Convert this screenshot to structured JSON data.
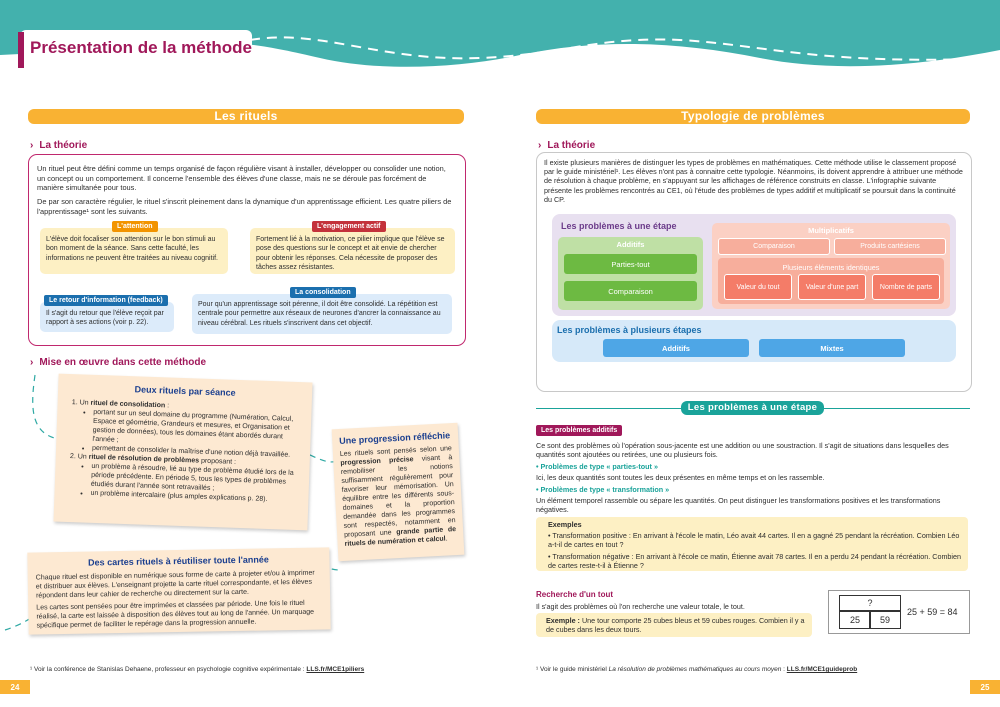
{
  "header": {
    "title": "Présentation de la méthode"
  },
  "left": {
    "section_pill": "Les rituels",
    "theory_heading": "La théorie",
    "intro_p1": "Un rituel peut être défini comme un temps organisé de façon régulière visant à installer, développer ou consolider une notion, un concept ou un comportement. Il concerne l'ensemble des élèves d'une classe, mais ne se déroule pas forcément de manière simultanée pour tous.",
    "intro_p2": "De par son caractère régulier, le rituel s'inscrit pleinement dans la dynamique d'un apprentissage efficient. Les quatre piliers de l'apprentissage¹ sont les suivants.",
    "pillars": {
      "attention": {
        "tag": "L'attention",
        "text": "L'élève doit focaliser son attention sur le bon stimuli au bon moment de la séance. Sans cette faculté, les informations ne peuvent être traitées au niveau cognitif."
      },
      "engagement": {
        "tag": "L'engagement actif",
        "text": "Fortement lié à la motivation, ce pilier implique que l'élève se pose des questions sur le concept et ait envie de chercher pour obtenir les réponses. Cela nécessite de proposer des tâches assez résistantes."
      },
      "retour": {
        "tag": "Le retour d'information (feedback)",
        "text": "Il s'agit du retour que l'élève reçoit par rapport à ses actions (voir p. 22)."
      },
      "consolidation": {
        "tag": "La consolidation",
        "text": "Pour qu'un apprentissage soit pérenne, il doit être consolidé. La répétition est centrale pour permettre aux réseaux de neurones d'ancrer la connaissance au niveau cérébral. Les rituels s'inscrivent dans cet objectif."
      }
    },
    "method_heading": "Mise en œuvre dans cette méthode",
    "note1": {
      "title": "Deux rituels par séance",
      "item1_lead": "Un",
      "item1_bold": "rituel de consolidation",
      "item1_tail": " :",
      "item1_b1": "portant sur un seul domaine du programme (Numération, Calcul, Espace et géométrie, Grandeurs et mesures, et Organisation et gestion de données), tous les domaines étant abordés durant l'année ;",
      "item1_b2": "permettant de consolider la maîtrise d'une notion déjà travaillée.",
      "item2_lead": "Un",
      "item2_bold": "rituel de résolution de problèmes",
      "item2_tail": " proposant :",
      "item2_b1": "un problème à résoudre, lié au type de problème étudié lors de la période précédente. En période 5, tous les types de problèmes étudiés durant l'année sont retravaillés ;",
      "item2_b2": "un problème intercalaire (plus amples explications p. 28)."
    },
    "note2": {
      "title": "Une progression réfléchie",
      "text_a": "Les rituels sont pensés selon une ",
      "text_bold": "progression précise",
      "text_b": " visant à remobiliser les notions suffisamment régulièrement pour favoriser leur mémorisation. Un équilibre entre les différents sous-domaines et la proportion demandée dans les programmes sont respectés, notamment en proposant une ",
      "text_bold2": "grande partie de rituels de numération et calcul",
      "text_c": "."
    },
    "note3": {
      "title": "Des cartes rituels à réutiliser toute l'année",
      "p1": "Chaque rituel est disponible en numérique sous forme de carte à projeter et/ou à imprimer et distribuer aux élèves. L'enseignant projette la carte rituel correspondante, et les élèves répondent dans leur cahier de recherche ou directement sur la carte.",
      "p2": "Les cartes sont pensées pour être imprimées et classées par période. Une fois le rituel réalisé, la carte est laissée à disposition des élèves tout au long de l'année. Un marquage spécifique permet de faciliter le repérage dans la progression annuelle."
    },
    "footnote_text": "¹ Voir la conférence de Stanislas Dehaene, professeur en psychologie cognitive expérimentale : ",
    "footnote_link": "LLS.fr/MCE1piliers",
    "page_number": "24"
  },
  "right": {
    "section_pill": "Typologie de problèmes",
    "theory_heading": "La théorie",
    "intro": "Il existe plusieurs manières de distinguer les types de problèmes en mathématiques. Cette méthode utilise le classement proposé par le guide ministériel¹. Les élèves n'ont pas à connaitre cette typologie. Néanmoins, ils doivent apprendre à attribuer une méthode de résolution à chaque problème, en s'appuyant sur les affichages de référence construits en classe. L'infographie suivante présente les problèmes rencontrés au CE1, où l'étude des problèmes de types additif et multiplicatif se poursuit dans la continuité du CP.",
    "infographic": {
      "one_step_title": "Les problèmes à une étape",
      "additifs_title": "Additifs",
      "additifs_items": [
        "Parties-tout",
        "Comparaison"
      ],
      "multi_title": "Multiplicatifs",
      "multi_top": [
        "Comparaison",
        "Produits cartésiens"
      ],
      "multi_group_title": "Plusieurs éléments identiques",
      "multi_sub": [
        "Valeur du tout",
        "Valeur d'une part",
        "Nombre de parts"
      ],
      "multi_step_title": "Les problèmes à plusieurs étapes",
      "multi_step_items": [
        "Additifs",
        "Mixtes"
      ]
    },
    "one_step_pill": "Les problèmes à une étape",
    "additifs_tag": "Les problèmes additifs",
    "additifs_intro": "Ce sont des problèmes où l'opération sous-jacente est une addition ou une soustraction. Il s'agit de situations dans lesquelles des quantités sont ajoutées ou retirées, une ou plusieurs fois.",
    "pt_title": "• Problèmes de type « parties-tout »",
    "pt_text": "Ici, les deux quantités sont toutes les deux présentes en même temps et on les rassemble.",
    "tr_title": "• Problèmes de type « transformation »",
    "tr_text": "Un élément temporel rassemble ou sépare les quantités. On peut distinguer les transformations positives et les transformations négatives.",
    "examples": {
      "title": "Exemples",
      "e1": "Transformation positive : En arrivant à l'école le matin, Léo avait 44 cartes. Il en a gagné 25 pendant la récréation. Combien Léo a-t-il de cartes en tout ?",
      "e2": "Transformation négative : En arrivant à l'école ce matin, Étienne avait 78 cartes. Il en a perdu 24 pendant la récréation. Combien de cartes reste-t-il à Étienne ?"
    },
    "tout_title": "Recherche d'un tout",
    "tout_text": "Il s'agit des problèmes où l'on recherche une valeur totale, le tout.",
    "tout_example_label": "Exemple :",
    "tout_example": " Une tour comporte 25 cubes bleus et 59 cubes rouges. Combien il y a de cubes dans les deux tours.",
    "bar_model": {
      "top": "?",
      "left": "25",
      "right": "59",
      "equation": "25 + 59 = 84"
    },
    "footnote_text": "¹ Voir le guide ministériel ",
    "footnote_italic": "La résolution de problèmes mathématiques au cours moyen",
    "footnote_sep": " : ",
    "footnote_link": "LLS.fr/MCE1guideprob",
    "page_number": "25"
  },
  "colors": {
    "magenta": "#a0185a",
    "orange": "#f9b233",
    "teal": "#1aa39a",
    "green": "#6dba42",
    "blue": "#4ea6e6",
    "salmon": "#f7ae9c"
  }
}
